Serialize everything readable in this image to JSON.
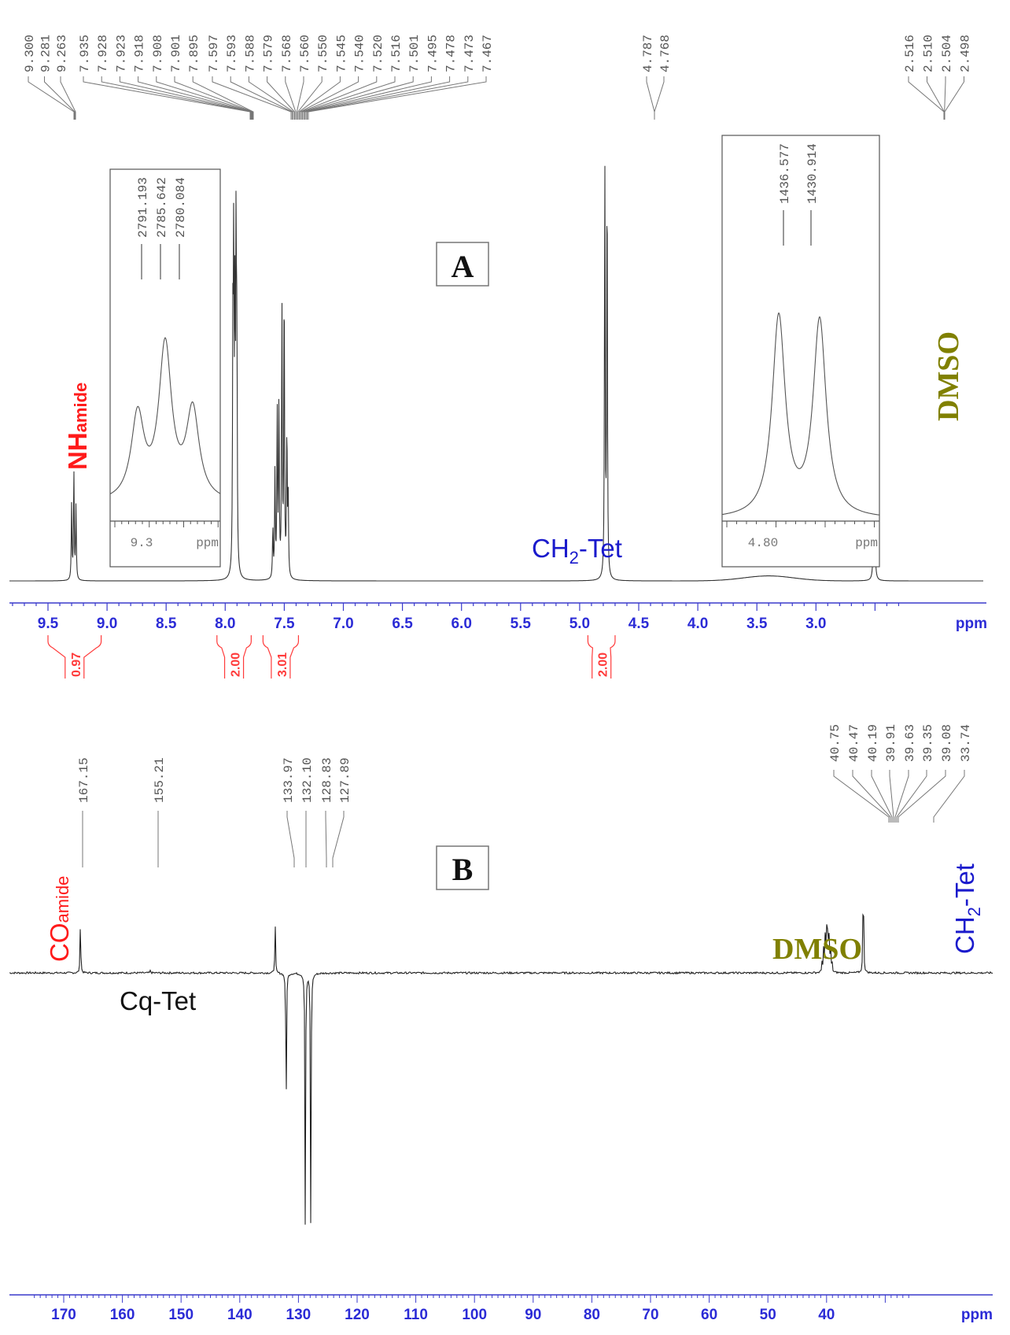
{
  "chart_data": [
    {
      "type": "line",
      "title": "A",
      "subtype": "1H NMR spectrum",
      "xlabel": "ppm",
      "xlim": [
        9.8,
        2.3
      ],
      "x_ticks": [
        9.5,
        9.0,
        8.5,
        8.0,
        7.5,
        7.0,
        6.5,
        6.0,
        5.5,
        5.0,
        4.5,
        4.0,
        3.5,
        3.0
      ],
      "x_tick_labels": [
        "9.5",
        "9.0",
        "8.5",
        "8.0",
        "7.5",
        "7.0",
        "6.5",
        "6.0",
        "5.5",
        "5.0",
        "4.5",
        "4.0",
        "3.5",
        "3.0"
      ],
      "peak_labels": [
        "9.300",
        "9.281",
        "9.263",
        "7.935",
        "7.928",
        "7.923",
        "7.918",
        "7.908",
        "7.901",
        "7.895",
        "7.597",
        "7.593",
        "7.588",
        "7.579",
        "7.568",
        "7.560",
        "7.550",
        "7.545",
        "7.540",
        "7.520",
        "7.516",
        "7.501",
        "7.495",
        "7.478",
        "7.473",
        "7.467",
        "4.787",
        "4.768",
        "2.516",
        "2.510",
        "2.504",
        "2.498"
      ],
      "peaks": [
        {
          "ppm": 9.3,
          "height": 0.18
        },
        {
          "ppm": 9.281,
          "height": 0.26
        },
        {
          "ppm": 9.263,
          "height": 0.18
        },
        {
          "ppm": 7.935,
          "height": 0.55
        },
        {
          "ppm": 7.928,
          "height": 0.72
        },
        {
          "ppm": 7.918,
          "height": 0.6
        },
        {
          "ppm": 7.908,
          "height": 0.78
        },
        {
          "ppm": 7.901,
          "height": 0.5
        },
        {
          "ppm": 7.597,
          "height": 0.12
        },
        {
          "ppm": 7.579,
          "height": 0.25
        },
        {
          "ppm": 7.56,
          "height": 0.4
        },
        {
          "ppm": 7.545,
          "height": 0.42
        },
        {
          "ppm": 7.52,
          "height": 0.65
        },
        {
          "ppm": 7.501,
          "height": 0.72
        },
        {
          "ppm": 7.478,
          "height": 0.35
        },
        {
          "ppm": 7.467,
          "height": 0.2
        },
        {
          "ppm": 4.787,
          "height": 1.0
        },
        {
          "ppm": 4.768,
          "height": 0.99
        },
        {
          "ppm": 2.51,
          "height": 0.32
        },
        {
          "ppm": 2.504,
          "height": 0.28
        }
      ],
      "integrals": [
        {
          "from": 9.5,
          "to": 9.05,
          "value": "0.97"
        },
        {
          "from": 8.07,
          "to": 7.78,
          "value": "2.00"
        },
        {
          "from": 7.68,
          "to": 7.38,
          "value": "3.01"
        },
        {
          "from": 4.93,
          "to": 4.7,
          "value": "2.00"
        }
      ],
      "annotations": [
        {
          "text": "NH",
          "sub": "amide",
          "color": "#ff1a1a",
          "ppm": 9.28,
          "orientation": "vertical"
        },
        {
          "text": "CH",
          "sub": "2",
          "suffix": "-Tet",
          "color": "#1a1acc",
          "ppm": 5.3,
          "orientation": "horizontal"
        },
        {
          "text": "DMSO",
          "color": "#808000",
          "ppm": 2.51,
          "orientation": "vertical"
        }
      ],
      "insets": [
        {
          "position": "left",
          "peak_labels_hz": [
            "2791.193",
            "2785.642",
            "2780.084"
          ],
          "xlabel": "ppm",
          "x_tick_label": "9.3",
          "shape": "triplet"
        },
        {
          "position": "right",
          "peak_labels_hz": [
            "1436.577",
            "1430.914"
          ],
          "xlabel": "ppm",
          "x_tick_label": "4.80",
          "shape": "doublet"
        }
      ]
    },
    {
      "type": "line",
      "title": "B",
      "subtype": "13C NMR (DEPT-Q) spectrum",
      "xlabel": "ppm",
      "xlim": [
        175,
        26
      ],
      "x_ticks": [
        170,
        160,
        150,
        140,
        130,
        120,
        110,
        100,
        90,
        80,
        70,
        60,
        50,
        40
      ],
      "x_tick_labels": [
        "170",
        "160",
        "150",
        "140",
        "130",
        "120",
        "110",
        "100",
        "90",
        "80",
        "70",
        "60",
        "50",
        "40"
      ],
      "peak_labels": [
        "167.15",
        "155.21",
        "133.97",
        "132.10",
        "128.83",
        "127.89",
        "40.75",
        "40.47",
        "40.19",
        "39.91",
        "39.63",
        "39.35",
        "39.08",
        "33.74"
      ],
      "peaks": [
        {
          "ppm": 167.15,
          "height": 0.38
        },
        {
          "ppm": 155.21,
          "height": 0.02
        },
        {
          "ppm": 133.97,
          "height": 0.36
        },
        {
          "ppm": 132.1,
          "height": -1.0
        },
        {
          "ppm": 128.83,
          "height": -1.72
        },
        {
          "ppm": 127.89,
          "height": -1.74
        },
        {
          "ppm": 40.75,
          "height": 0.08
        },
        {
          "ppm": 40.47,
          "height": 0.2
        },
        {
          "ppm": 40.19,
          "height": 0.38
        },
        {
          "ppm": 39.91,
          "height": 0.55
        },
        {
          "ppm": 39.63,
          "height": 0.42
        },
        {
          "ppm": 39.35,
          "height": 0.22
        },
        {
          "ppm": 39.08,
          "height": 0.08
        },
        {
          "ppm": 33.74,
          "height": 0.82
        }
      ],
      "annotations": [
        {
          "text": "CO",
          "sub": "amide",
          "color": "#ff1a1a",
          "ppm": 167.15,
          "orientation": "vertical"
        },
        {
          "text": "Cq-Tet",
          "color": "#111111",
          "ppm": 155.21,
          "orientation": "horizontal"
        },
        {
          "text": "DMSO",
          "color": "#808000",
          "ppm": 48,
          "orientation": "horizontal"
        },
        {
          "text": "CH",
          "sub": "2",
          "suffix": "-Tet",
          "color": "#1a1acc",
          "ppm": 33.74,
          "orientation": "vertical"
        }
      ]
    }
  ],
  "panels": {
    "a": {
      "label": "A",
      "axis_unit": "ppm",
      "nh_label": "NH",
      "nh_sub": "amide",
      "ch2_label": "CH",
      "ch2_sub": "2",
      "ch2_suffix": "-Tet",
      "dmso_label": "DMSO",
      "inset_left_tick": "9.3",
      "inset_left_unit": "ppm",
      "inset_right_tick": "4.80",
      "inset_right_unit": "ppm"
    },
    "b": {
      "label": "B",
      "axis_unit": "ppm",
      "co_label": "CO",
      "co_sub": "amide",
      "cq_label": "Cq-Tet",
      "dmso_label": "DMSO",
      "ch2_label": "CH",
      "ch2_sub": "2",
      "ch2_suffix": "-Tet"
    }
  },
  "colors": {
    "axis": "#3a3acc",
    "axis_text": "#2b2bd6",
    "integral": "#ff3b3b",
    "spectrum": "#333333",
    "peak_label": "#555555",
    "red_label": "#ff1a1a",
    "blue_label": "#1a1acc",
    "olive_label": "#808000"
  }
}
